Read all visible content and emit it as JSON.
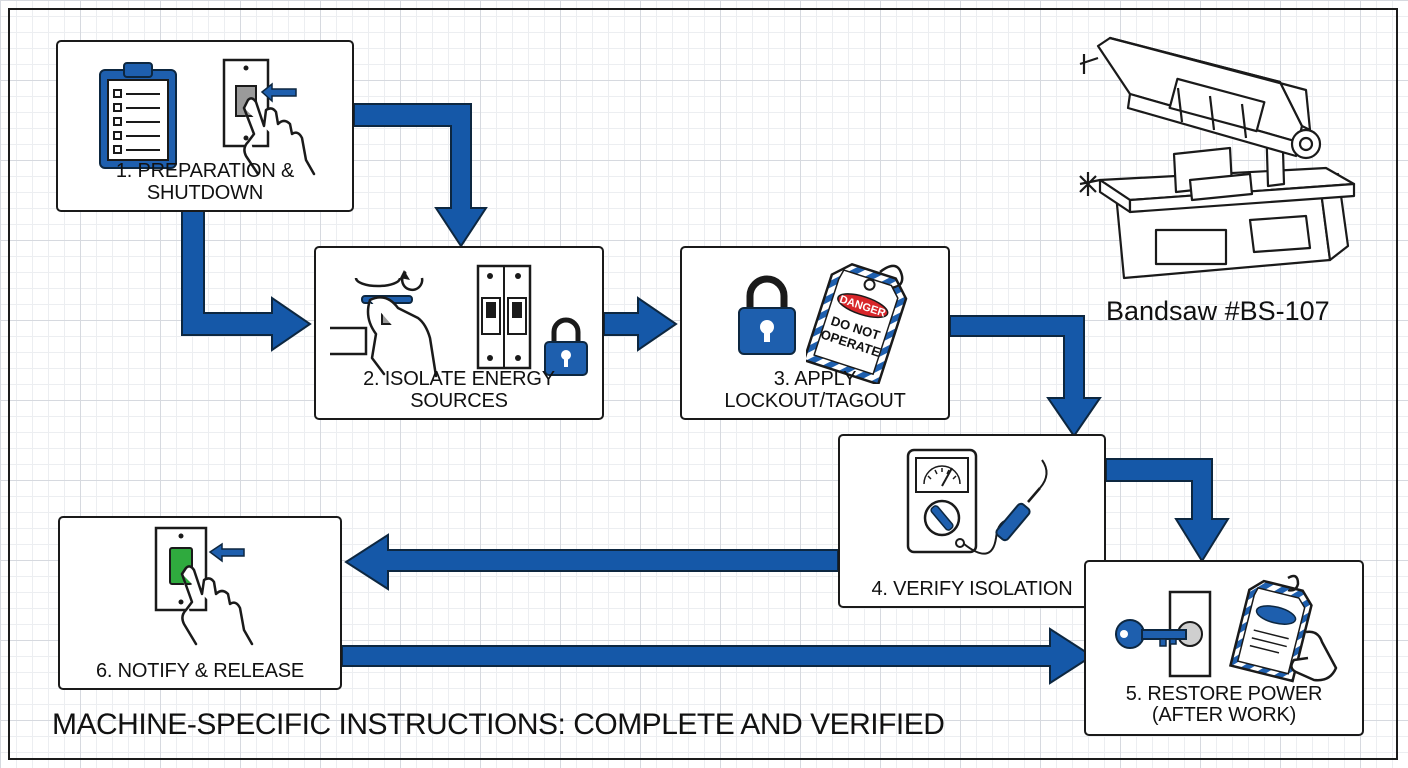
{
  "machine": {
    "caption": "Bandsaw #BS-107",
    "icon": "bandsaw-icon"
  },
  "steps": [
    {
      "label": "1. PREPARATION & SHUTDOWN",
      "icons": [
        "clipboard-checklist-icon",
        "switch-off-hand-icon"
      ]
    },
    {
      "label": "2. ISOLATE ENERGY SOURCES",
      "icons": [
        "valve-turn-hand-icon",
        "circuit-breaker-icon",
        "padlock-icon"
      ]
    },
    {
      "label": "3. APPLY LOCKOUT/TAGOUT",
      "icons": [
        "padlock-icon",
        "danger-tag-icon"
      ]
    },
    {
      "label": "4. VERIFY ISOLATION",
      "icons": [
        "multimeter-icon"
      ]
    },
    {
      "label": "5. RESTORE POWER",
      "label_line2": "(AFTER WORK)",
      "icons": [
        "key-lock-icon",
        "remove-tag-icon"
      ]
    },
    {
      "label": "6. NOTIFY & RELEASE",
      "icons": [
        "switch-on-hand-icon"
      ]
    }
  ],
  "tag": {
    "danger": "DANGER",
    "line1": "DO NOT",
    "line2": "OPERATE"
  },
  "footer": {
    "caption": "MACHINE-SPECIFIC INSTRUCTIONS: COMPLETE AND VERIFIED"
  },
  "colors": {
    "arrow": "#1558a8",
    "arrow_outline": "#0d2740",
    "icon_blue": "#1e5fae",
    "switch_on": "#2faa3e",
    "danger_red": "#d8262a"
  }
}
